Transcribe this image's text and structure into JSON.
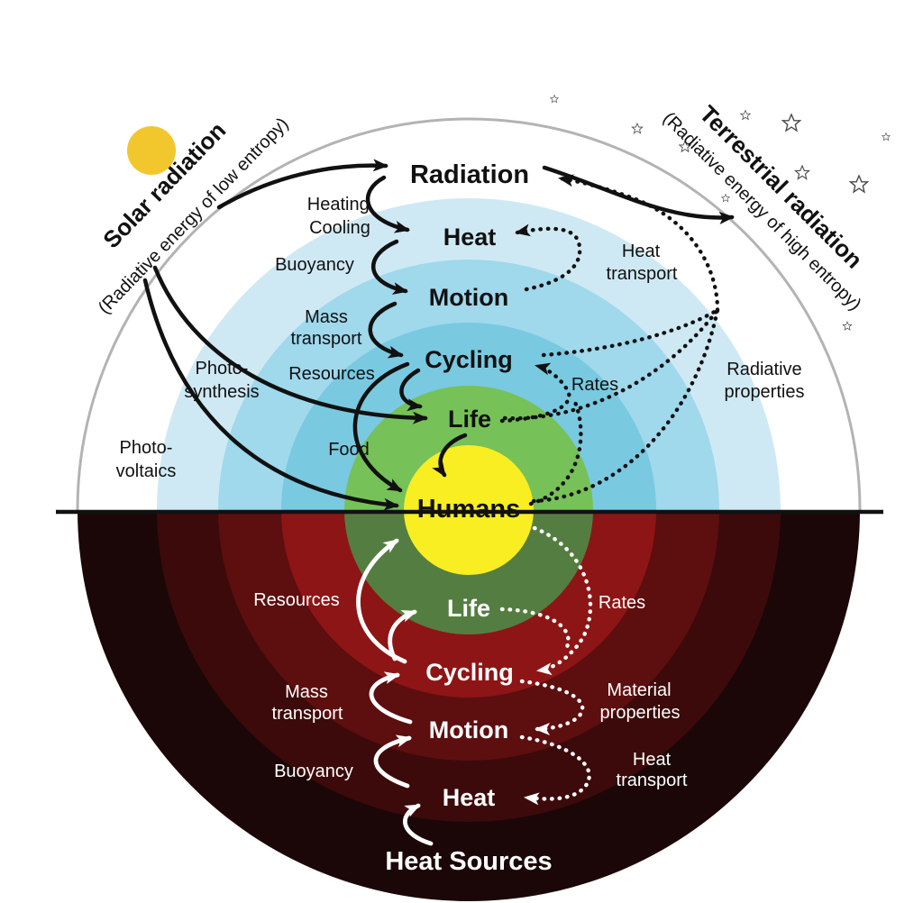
{
  "sun": {
    "title": "Solar radiation",
    "subtitle": "(Radiative energy of low entropy)"
  },
  "terrestrial": {
    "title": "Terrestrial radiation",
    "subtitle": "(Radiative energy of high entropy)"
  },
  "spheres_top": {
    "radiation": "Radiation",
    "heat": "Heat",
    "motion": "Motion",
    "cycling": "Cycling",
    "life": "Life",
    "humans": "Humans"
  },
  "spheres_bottom": {
    "life": "Life",
    "cycling": "Cycling",
    "motion": "Motion",
    "heat": "Heat",
    "heat_sources": "Heat Sources"
  },
  "processes_top": {
    "heating": "Heating,",
    "cooling": "Cooling",
    "buoyancy": "Buoyancy",
    "mass": "Mass",
    "mass2": "transport",
    "resources": "Resources",
    "food": "Food",
    "photosynthesis1": "Photo-",
    "photosynthesis2": "synthesis",
    "photovoltaics1": "Photo-",
    "photovoltaics2": "voltaics",
    "heat_transport1": "Heat",
    "heat_transport2": "transport",
    "rates": "Rates",
    "radiative1": "Radiative",
    "radiative2": "properties"
  },
  "processes_bottom": {
    "resources": "Resources",
    "mass": "Mass",
    "mass2": "transport",
    "buoyancy": "Buoyancy",
    "rates": "Rates",
    "material1": "Material",
    "material2": "properties",
    "heat_transport1": "Heat",
    "heat_transport2": "transport"
  },
  "colors": {
    "sun": "#F2C72E",
    "outer_outline": "#B3B3B3",
    "horizon": "#111111",
    "star_stroke": "#4A4A4A",
    "top": {
      "bg": "#FFFFFF",
      "ring_heat": "#CFE9F4",
      "ring_motion": "#A0D8EC",
      "ring_cycling": "#79C9E1",
      "ring_life": "#76C158",
      "core": "#F8EE21"
    },
    "bottom": {
      "outer": "#1B0707",
      "ring_heat": "#3C0A0A",
      "ring_motion": "#5D0E0E",
      "ring_cycling": "#8E1515",
      "ring_life": "#547E41",
      "core": "#F8EE21"
    }
  }
}
